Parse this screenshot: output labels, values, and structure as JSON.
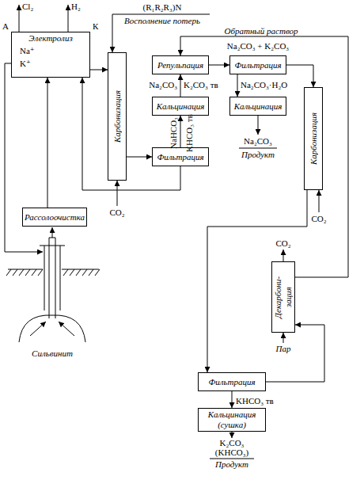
{
  "diagram": {
    "nodes": [
      {
        "text": [
          "Электролиз",
          "Na⁺",
          "K⁺"
        ]
      },
      {
        "text": [
          "Карбонизация"
        ]
      },
      {
        "text": [
          "Репульпация"
        ]
      },
      {
        "text": [
          "Фильтрация"
        ]
      },
      {
        "text": [
          "Кальцинация"
        ]
      },
      {
        "text": [
          "Кальцинация"
        ]
      },
      {
        "text": [
          "Фильтрация"
        ]
      },
      {
        "text": [
          "Карбонизация"
        ]
      },
      {
        "text": [
          "Рассолоочистка"
        ]
      },
      {
        "text": [
          "Декарбони- зация"
        ]
      },
      {
        "text": [
          "Фильтрация"
        ]
      },
      {
        "text": [
          "Кальцинация (сушка)"
        ]
      }
    ],
    "edges": [
      {
        "from": 0,
        "to": 1,
        "arrow": "to"
      },
      {
        "from": 1,
        "to": 6,
        "arrow": "to"
      },
      {
        "from": 6,
        "to": 4,
        "arrow": "to"
      },
      {
        "from": 4,
        "to": 2,
        "arrow": "to"
      },
      {
        "from": 2,
        "to": 3,
        "arrow": "to"
      },
      {
        "from": 3,
        "to": 5,
        "arrow": "to"
      },
      {
        "from": 3,
        "to": 7,
        "arrow": "to"
      },
      {
        "from": 6,
        "to": 0,
        "arrow": "to"
      },
      {
        "from": 8,
        "to": 0,
        "arrow": "to"
      },
      {
        "from": 7,
        "to": 10,
        "arrow": "to"
      },
      {
        "from": 10,
        "to": 9,
        "arrow": "to"
      },
      {
        "from": 9,
        "to": 2,
        "label": "Обратный раствор",
        "arrow": "to"
      },
      {
        "from": 10,
        "to": 11,
        "arrow": "to"
      }
    ],
    "labels": [
      "Cl₂",
      "H₂",
      "А",
      "К",
      "(R₁R₂R₃)N",
      "Восполнение потерь",
      "Na₂CO₃",
      "K₂CO₃ тв",
      "NaHCO₃",
      "KHCO₃ тв",
      "Na₂CO₃ + K₂CO₃",
      "Na₂CO₃·H₂O",
      "Na₂CO₃",
      "Продукт",
      "CO₂",
      "CO₂",
      "CO₂",
      "Пар",
      "KHCO₃ тв",
      "K₂CO₃",
      "(KHCO₃)",
      "Продукт",
      "Сильвинит"
    ]
  }
}
